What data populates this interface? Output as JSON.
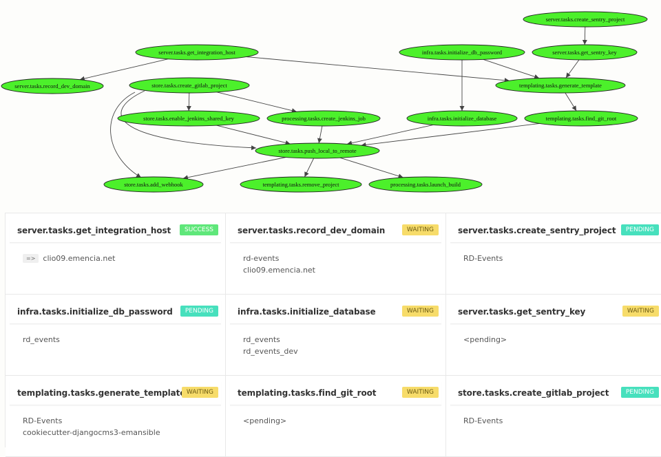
{
  "graph": {
    "nodes": [
      {
        "id": "create_sentry_project",
        "label": "server.tasks.create_sentry_project"
      },
      {
        "id": "get_integration_host",
        "label": "server.tasks.get_integration_host"
      },
      {
        "id": "initialize_db_password",
        "label": "infra.tasks.initialize_db_password"
      },
      {
        "id": "get_sentry_key",
        "label": "server.tasks.get_sentry_key"
      },
      {
        "id": "record_dev_domain",
        "label": "server.tasks.record_dev_domain"
      },
      {
        "id": "create_gitlab_project",
        "label": "store.tasks.create_gitlab_project"
      },
      {
        "id": "generate_template",
        "label": "templating.tasks.generate_template"
      },
      {
        "id": "enable_jenkins_shared_key",
        "label": "store.tasks.enable_jenkins_shared_key"
      },
      {
        "id": "create_jenkins_job",
        "label": "processing.tasks.create_jenkins_job"
      },
      {
        "id": "initialize_database",
        "label": "infra.tasks.initialize_database"
      },
      {
        "id": "find_git_root",
        "label": "templating.tasks.find_git_root"
      },
      {
        "id": "push_local_to_remote",
        "label": "store.tasks.push_local_to_remote"
      },
      {
        "id": "add_webhook",
        "label": "store.tasks.add_webhook"
      },
      {
        "id": "remove_project",
        "label": "templating.tasks.remove_project"
      },
      {
        "id": "launch_build",
        "label": "processing.tasks.launch_build"
      }
    ],
    "edges": [
      [
        "create_sentry_project",
        "get_sentry_key"
      ],
      [
        "get_integration_host",
        "record_dev_domain"
      ],
      [
        "get_integration_host",
        "generate_template"
      ],
      [
        "initialize_db_password",
        "generate_template"
      ],
      [
        "initialize_db_password",
        "initialize_database"
      ],
      [
        "get_sentry_key",
        "generate_template"
      ],
      [
        "generate_template",
        "find_git_root"
      ],
      [
        "create_gitlab_project",
        "enable_jenkins_shared_key"
      ],
      [
        "create_gitlab_project",
        "create_jenkins_job"
      ],
      [
        "create_gitlab_project",
        "push_local_to_remote"
      ],
      [
        "create_gitlab_project",
        "add_webhook"
      ],
      [
        "enable_jenkins_shared_key",
        "push_local_to_remote"
      ],
      [
        "create_jenkins_job",
        "push_local_to_remote"
      ],
      [
        "initialize_database",
        "push_local_to_remote"
      ],
      [
        "find_git_root",
        "push_local_to_remote"
      ],
      [
        "push_local_to_remote",
        "add_webhook"
      ],
      [
        "push_local_to_remote",
        "remove_project"
      ],
      [
        "push_local_to_remote",
        "launch_build"
      ]
    ],
    "node_color": "#4cf02b",
    "edge_color": "#444444"
  },
  "cards": [
    {
      "title": "server.tasks.get_integration_host",
      "status": "SUCCESS",
      "status_type": "success",
      "lines": [
        {
          "prefix": "=>",
          "text": "clio09.emencia.net"
        }
      ]
    },
    {
      "title": "server.tasks.record_dev_domain",
      "status": "WAITING",
      "status_type": "waiting",
      "lines": [
        {
          "text": "rd-events"
        },
        {
          "text": "clio09.emencia.net"
        }
      ]
    },
    {
      "title": "server.tasks.create_sentry_project",
      "status": "PENDING",
      "status_type": "pending",
      "lines": [
        {
          "text": "RD-Events"
        }
      ]
    },
    {
      "title": "infra.tasks.initialize_db_password",
      "status": "PENDING",
      "status_type": "pending",
      "lines": [
        {
          "text": "rd_events"
        }
      ]
    },
    {
      "title": "infra.tasks.initialize_database",
      "status": "WAITING",
      "status_type": "waiting",
      "lines": [
        {
          "text": "rd_events"
        },
        {
          "text": "rd_events_dev"
        }
      ]
    },
    {
      "title": "server.tasks.get_sentry_key",
      "status": "WAITING",
      "status_type": "waiting",
      "lines": [
        {
          "text": "<pending>"
        }
      ]
    },
    {
      "title": "templating.tasks.generate_template",
      "status": "WAITING",
      "status_type": "waiting",
      "lines": [
        {
          "text": "RD-Events"
        },
        {
          "text": "cookiecutter-djangocms3-emansible"
        }
      ]
    },
    {
      "title": "templating.tasks.find_git_root",
      "status": "WAITING",
      "status_type": "waiting",
      "lines": [
        {
          "text": "<pending>"
        }
      ]
    },
    {
      "title": "store.tasks.create_gitlab_project",
      "status": "PENDING",
      "status_type": "pending",
      "lines": [
        {
          "text": "RD-Events"
        }
      ]
    }
  ],
  "colors": {
    "success": "#5fe77a",
    "waiting": "#f7dc6a",
    "pending": "#47e0bd"
  }
}
